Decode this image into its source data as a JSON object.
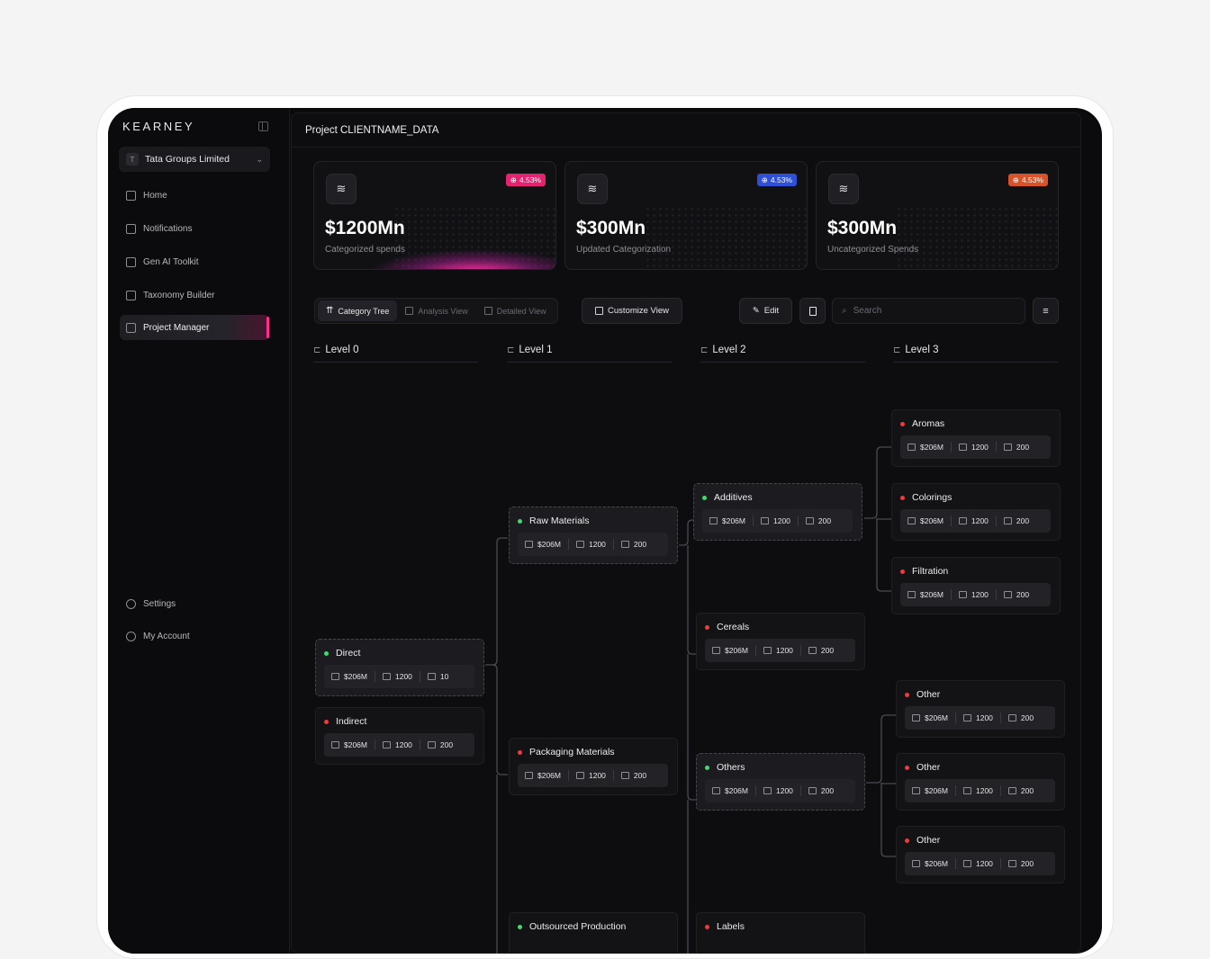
{
  "sidebar": {
    "brand": "KEARNEY",
    "org": {
      "initial": "T",
      "name": "Tata Groups Limited"
    },
    "items": [
      {
        "label": "Home",
        "icon": "home-icon"
      },
      {
        "label": "Notifications",
        "icon": "bell-icon"
      },
      {
        "label": "Gen AI Toolkit",
        "icon": "toolkit-icon"
      },
      {
        "label": "Taxonomy Builder",
        "icon": "document-icon"
      },
      {
        "label": "Project Manager",
        "icon": "database-icon"
      }
    ],
    "bottom": [
      {
        "label": "Settings",
        "icon": "gear-icon"
      },
      {
        "label": "My Account",
        "icon": "user-icon"
      }
    ]
  },
  "page_title": "Project CLIENTNAME_DATA",
  "cards": [
    {
      "value": "$1200Mn",
      "label": "Categorized spends",
      "badge": "4.53%",
      "badge_color": "#e5226f"
    },
    {
      "value": "$300Mn",
      "label": "Updated Categorization",
      "badge": "4.53%",
      "badge_color": "#2f4fd6"
    },
    {
      "value": "$300Mn",
      "label": "Uncategorized Spends",
      "badge": "4.53%",
      "badge_color": "#d8532a"
    }
  ],
  "tabs": [
    "Category Tree",
    "Analysis View",
    "Detailed View"
  ],
  "customize": "Customize View",
  "edit": "Edit",
  "search_placeholder": "Search",
  "levels": [
    "Level 0",
    "Level 1",
    "Level 2",
    "Level 3"
  ],
  "colors": {
    "green": "#3ddc6e",
    "red": "#ef3b3b"
  },
  "nodes": [
    {
      "name": "Direct",
      "status": "green",
      "spend": "$206M",
      "items": "1200",
      "docs": "10"
    },
    {
      "name": "Indirect",
      "status": "red",
      "spend": "$206M",
      "items": "1200",
      "docs": "200"
    },
    {
      "name": "Raw Materials",
      "status": "green",
      "spend": "$206M",
      "items": "1200",
      "docs": "200"
    },
    {
      "name": "Packaging Materials",
      "status": "red",
      "spend": "$206M",
      "items": "1200",
      "docs": "200"
    },
    {
      "name": "Outsourced Production",
      "status": "green"
    },
    {
      "name": "Additives",
      "status": "green",
      "spend": "$206M",
      "items": "1200",
      "docs": "200"
    },
    {
      "name": "Cereals",
      "status": "red",
      "spend": "$206M",
      "items": "1200",
      "docs": "200"
    },
    {
      "name": "Others",
      "status": "green",
      "spend": "$206M",
      "items": "1200",
      "docs": "200"
    },
    {
      "name": "Labels",
      "status": "red"
    },
    {
      "name": "Aromas",
      "status": "red",
      "spend": "$206M",
      "items": "1200",
      "docs": "200"
    },
    {
      "name": "Colorings",
      "status": "red",
      "spend": "$206M",
      "items": "1200",
      "docs": "200"
    },
    {
      "name": "Filtration",
      "status": "red",
      "spend": "$206M",
      "items": "1200",
      "docs": "200"
    },
    {
      "name": "Other",
      "status": "red",
      "spend": "$206M",
      "items": "1200",
      "docs": "200"
    },
    {
      "name": "Other",
      "status": "red",
      "spend": "$206M",
      "items": "1200",
      "docs": "200"
    },
    {
      "name": "Other",
      "status": "red",
      "spend": "$206M",
      "items": "1200",
      "docs": "200"
    }
  ]
}
